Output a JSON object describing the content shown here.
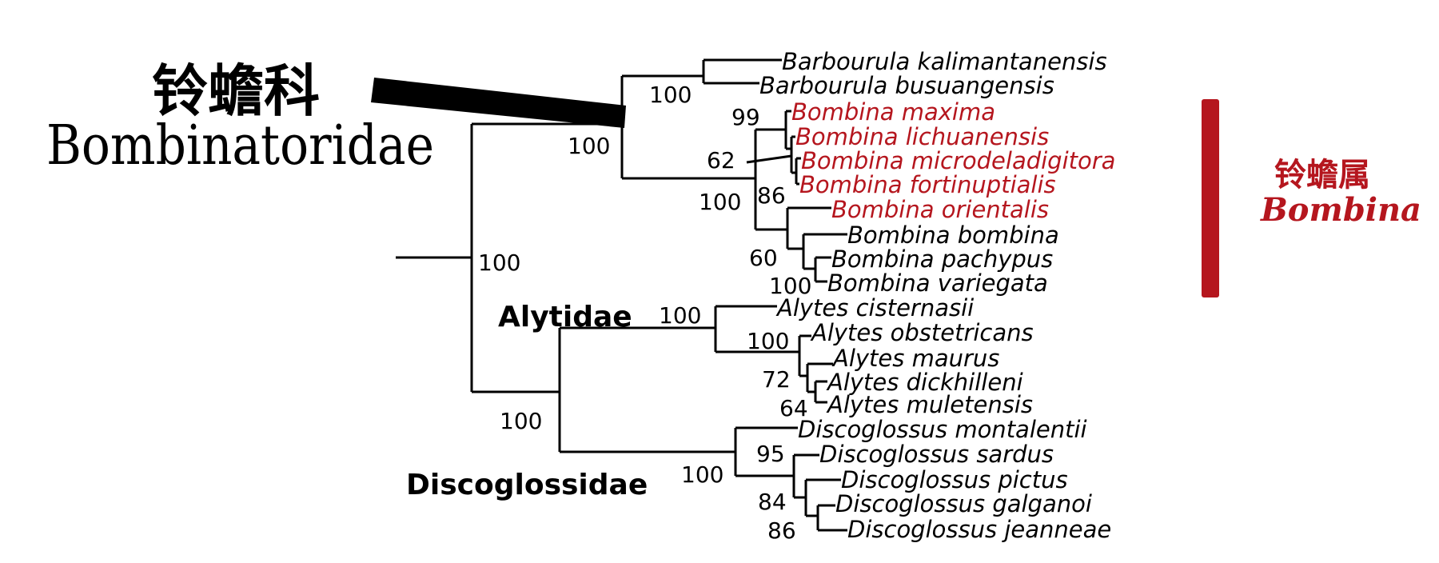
{
  "title": {
    "chinese": "铃蟾科",
    "latin": "Bombinatoridae"
  },
  "genus_label": {
    "chinese": "铃蟾属",
    "latin": "Bombina"
  },
  "families": {
    "alytidae": "Alytidae",
    "discoglossidae": "Discoglossidae"
  },
  "taxa": [
    {
      "name": "Barbourula kalimantanensis",
      "highlight": false
    },
    {
      "name": "Barbourula busuangensis",
      "highlight": false
    },
    {
      "name": "Bombina maxima",
      "highlight": true
    },
    {
      "name": "Bombina lichuanensis",
      "highlight": true
    },
    {
      "name": "Bombina microdeladigitora",
      "highlight": true
    },
    {
      "name": "Bombina fortinuptialis",
      "highlight": true
    },
    {
      "name": "Bombina orientalis",
      "highlight": true
    },
    {
      "name": "Bombina bombina",
      "highlight": false
    },
    {
      "name": "Bombina pachypus",
      "highlight": false
    },
    {
      "name": "Bombina variegata",
      "highlight": false
    },
    {
      "name": "Alytes cisternasii",
      "highlight": false
    },
    {
      "name": "Alytes obstetricans",
      "highlight": false
    },
    {
      "name": "Alytes maurus",
      "highlight": false
    },
    {
      "name": "Alytes dickhilleni",
      "highlight": false
    },
    {
      "name": "Alytes muletensis",
      "highlight": false
    },
    {
      "name": "Discoglossus montalentii",
      "highlight": false
    },
    {
      "name": "Discoglossus sardus",
      "highlight": false
    },
    {
      "name": "Discoglossus pictus",
      "highlight": false
    },
    {
      "name": "Discoglossus galganoi",
      "highlight": false
    },
    {
      "name": "Discoglossus jeanneae",
      "highlight": false
    }
  ],
  "supports": {
    "root": "100",
    "bombinatoridae": "100",
    "barbourula": "100",
    "bombina": "100",
    "bombina_clade_a": "99",
    "bombina_clade_b": "62",
    "orientalis_group": "86",
    "bombina_europe": "60",
    "pachypus_variegata": "100",
    "alytidae_discoglossidae": "100",
    "alytes": "100",
    "alytes_inner": "100",
    "alytes_maurus": "72",
    "alytes_dickhilleni": "64",
    "discoglossus": "100",
    "discoglossus_inner": "95",
    "discoglossus_pictus": "84",
    "discoglossus_galganoi": "86"
  },
  "colors": {
    "highlight": "#b5161e",
    "branch": "#000000",
    "genus_bar": "#b5161e"
  }
}
